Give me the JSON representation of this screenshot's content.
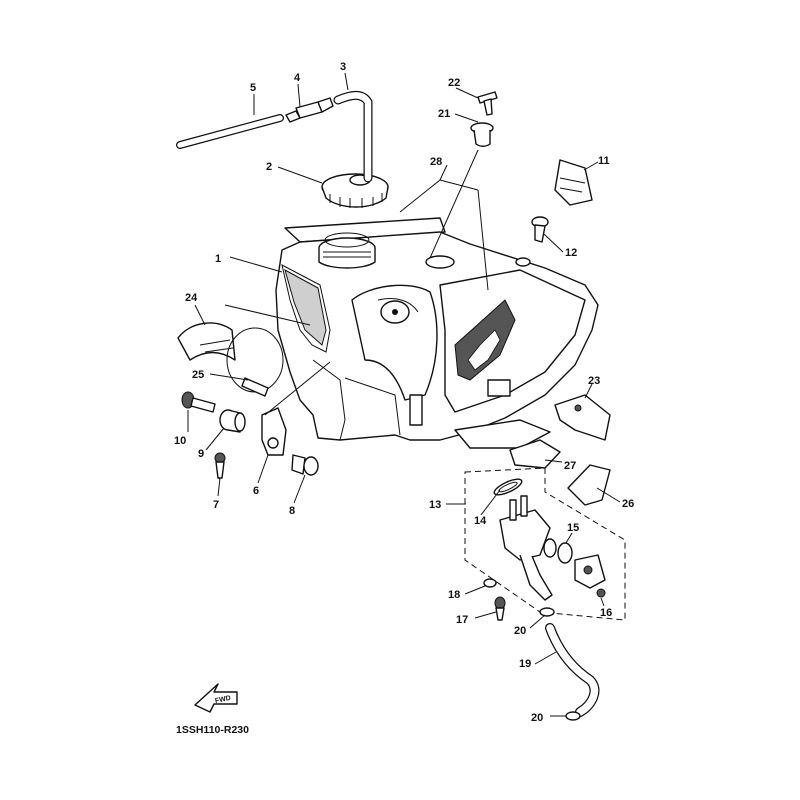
{
  "diagram_code": "1SSH110-R230",
  "fwd_label": "FWD",
  "callouts": {
    "c1": "1",
    "c2": "2",
    "c3": "3",
    "c4": "4",
    "c5": "5",
    "c6": "6",
    "c7": "7",
    "c8": "8",
    "c9": "9",
    "c10": "10",
    "c11": "11",
    "c12": "12",
    "c13": "13",
    "c14": "14",
    "c15": "15",
    "c16": "16",
    "c17": "17",
    "c18": "18",
    "c19": "19",
    "c20a": "20",
    "c20b": "20",
    "c21": "21",
    "c22": "22",
    "c23": "23",
    "c24": "24",
    "c25": "25",
    "c26": "26",
    "c27": "27",
    "c28": "28"
  }
}
